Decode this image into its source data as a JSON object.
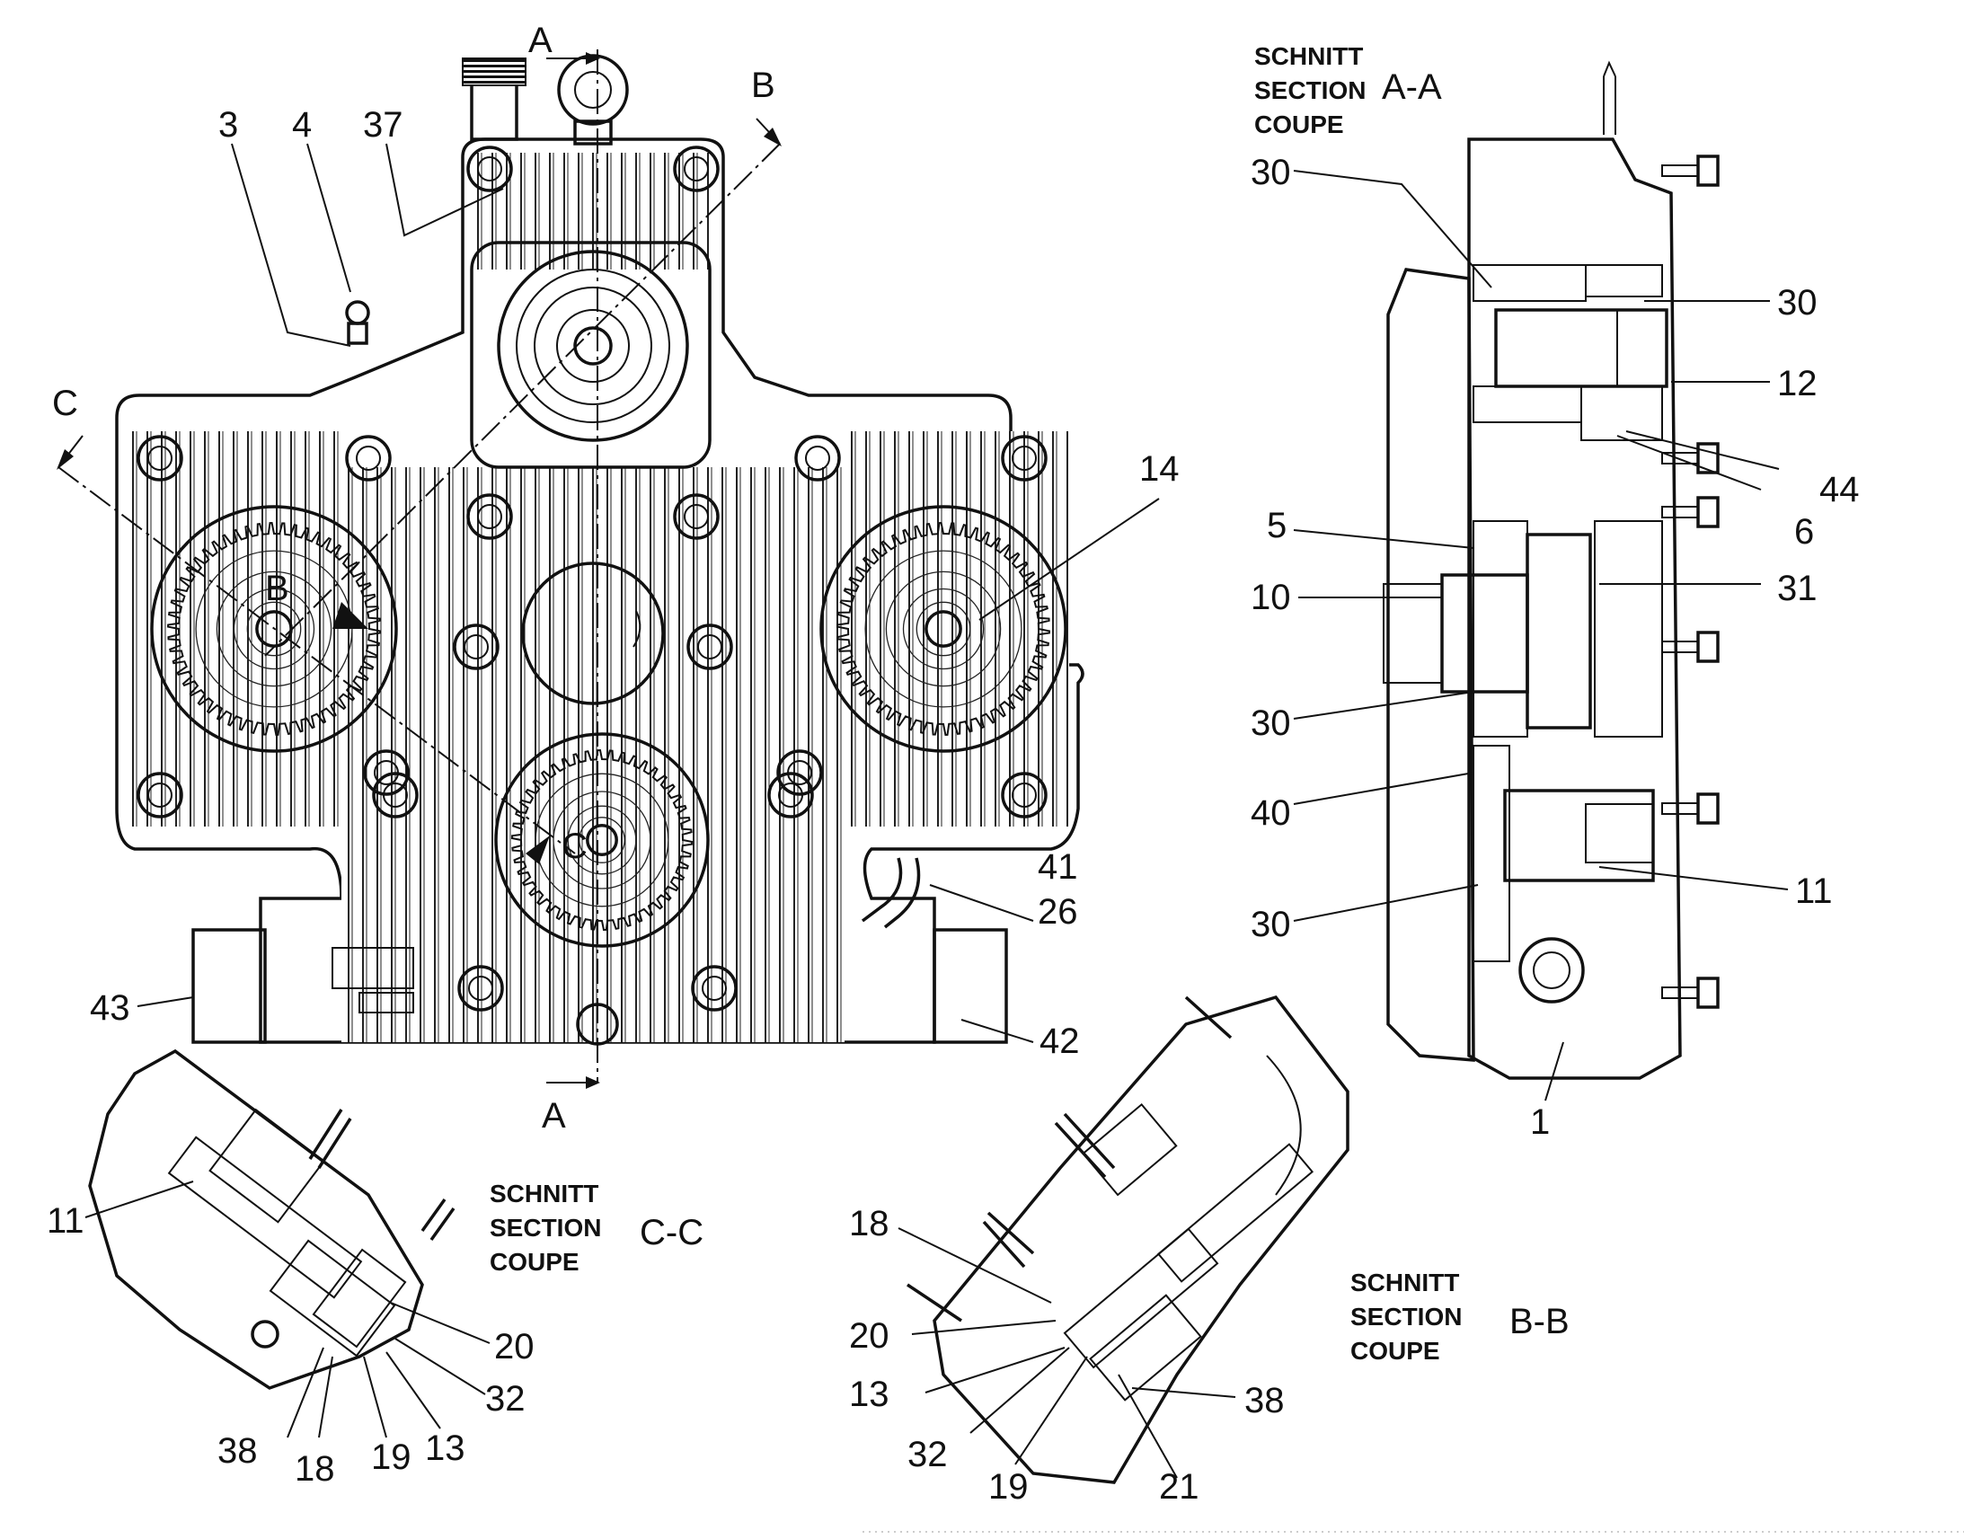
{
  "callouts": {
    "c3": "3",
    "c4": "4",
    "c37": "37",
    "c14": "14",
    "c41": "41",
    "c26": "26",
    "c43": "43",
    "c42": "42",
    "aa_30a": "30",
    "aa_30b": "30",
    "aa_12": "12",
    "aa_44": "44",
    "aa_6": "6",
    "aa_5": "5",
    "aa_10": "10",
    "aa_31": "31",
    "aa_30c": "30",
    "aa_40": "40",
    "aa_30d": "30",
    "aa_11": "11",
    "aa_1": "1",
    "cc_11": "11",
    "cc_20": "20",
    "cc_32": "32",
    "cc_13": "13",
    "cc_38": "38",
    "cc_18": "18",
    "cc_19": "19",
    "bb_18": "18",
    "bb_20": "20",
    "bb_13": "13",
    "bb_32": "32",
    "bb_19": "19",
    "bb_21": "21",
    "bb_38": "38"
  },
  "cut_marks": {
    "a_top": "A",
    "a_bottom": "A",
    "b_top": "B",
    "b_gear": "B",
    "c_top": "C",
    "c_gear": "C"
  },
  "sections": {
    "aa": {
      "line1": "SCHNITT",
      "line2": "SECTION",
      "line3": "COUPE",
      "id": "A-A"
    },
    "cc": {
      "line1": "SCHNITT",
      "line2": "SECTION",
      "line3": "COUPE",
      "id": "C-C"
    },
    "bb": {
      "line1": "SCHNITT",
      "line2": "SECTION",
      "line3": "COUPE",
      "id": "B-B"
    }
  }
}
